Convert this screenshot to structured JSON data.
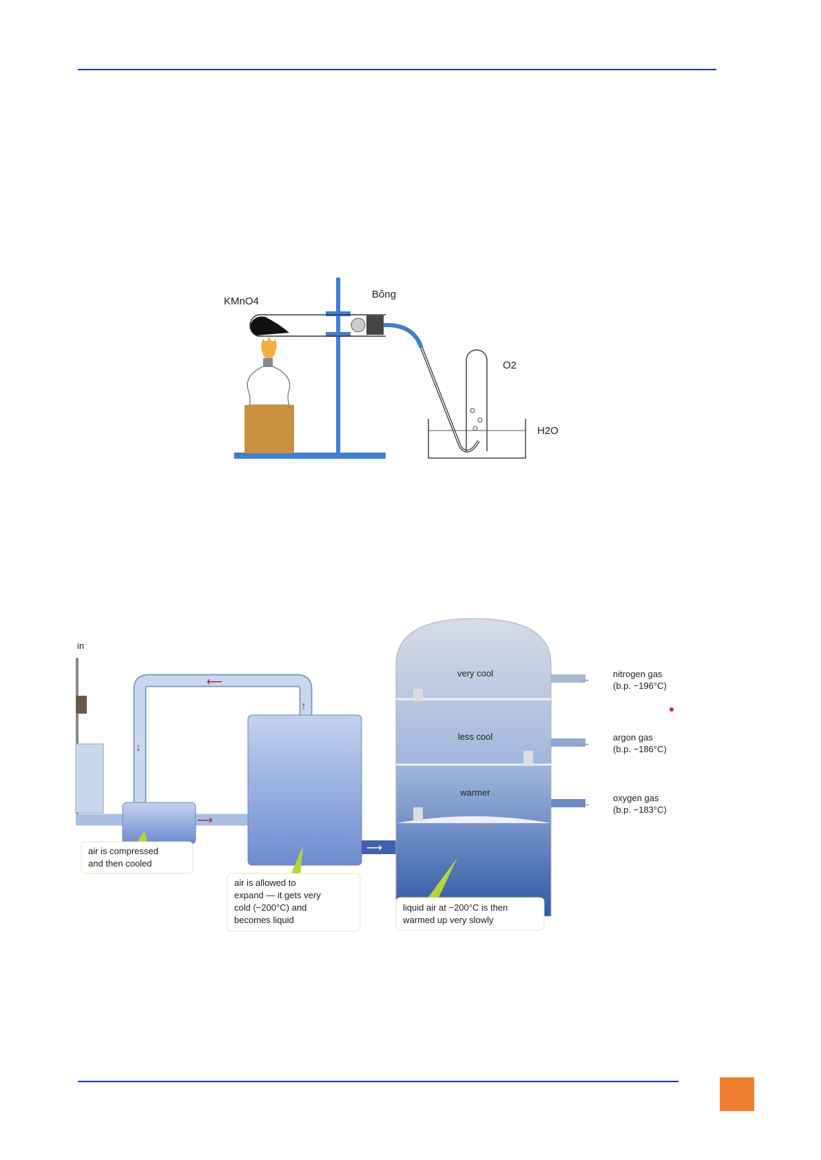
{
  "figure1": {
    "labels": {
      "reagent": "KMnO4",
      "cotton": "Bông",
      "gas": "O2",
      "water": "H2O"
    }
  },
  "figure2": {
    "partial_label": "in",
    "column_zones": [
      "very cool",
      "less cool",
      "warmer"
    ],
    "outputs": [
      {
        "name": "nitrogen gas",
        "bp": "(b.p. −196°C)"
      },
      {
        "name": "argon gas",
        "bp": "(b.p. −186°C)"
      },
      {
        "name": "oxygen gas",
        "bp": "(b.p. −183°C)"
      }
    ],
    "callouts": [
      [
        "air is compressed",
        "and then cooled"
      ],
      [
        "air is allowed to",
        "expand — it gets very",
        "cold (−200°C) and",
        "becomes liquid"
      ],
      [
        "liquid air at −200°C is then",
        "warmed up very slowly"
      ]
    ]
  },
  "colors": {
    "rule": "#1a2fd6",
    "page_marker": "#ee7f31",
    "stand": "#3f7fd0"
  }
}
